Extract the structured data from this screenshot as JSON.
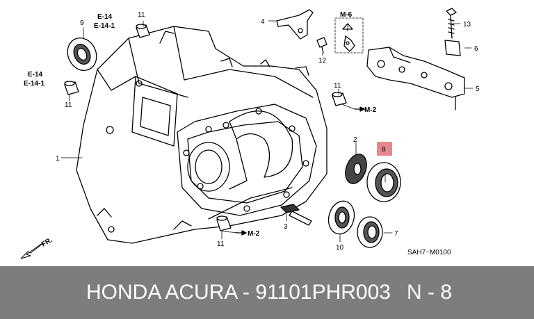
{
  "callouts": {
    "c1": "1",
    "c2": "2",
    "c3": "3",
    "c4": "4",
    "c5": "5",
    "c6": "6",
    "c7": "7",
    "c8": "8",
    "c9": "9",
    "c10": "10",
    "c11a": "11",
    "c11b": "11",
    "c11c": "11",
    "c11d": "11",
    "c12": "12",
    "c13": "13"
  },
  "refs": {
    "e14_top": "E-14",
    "e141_top": "E-14-1",
    "e14_left": "E-14",
    "e141_left": "E-14-1",
    "m6": "M-6",
    "m2_right": "M-2",
    "m2_bottom": "M-2",
    "fr": "FR."
  },
  "diagram_code": "SAH7−M0100",
  "footer": {
    "part": "HONDA ACURA - 91101PHR003",
    "position": "N - 8"
  },
  "colors": {
    "highlight": "#e8868a",
    "footer_bg": "#7d7d7d"
  }
}
